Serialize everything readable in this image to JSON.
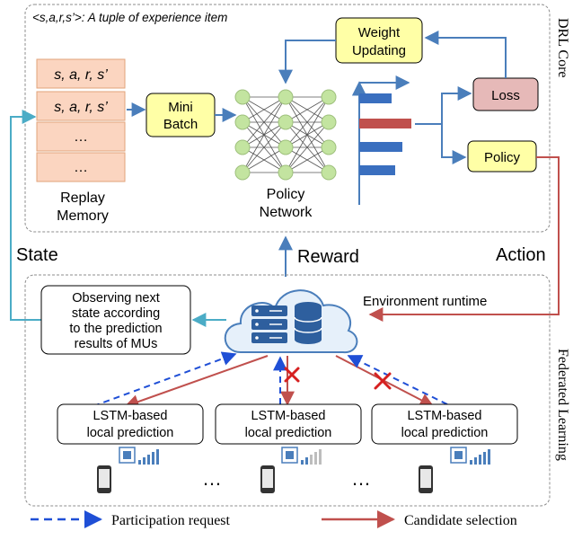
{
  "drl_core": {
    "section_label": "DRL Core",
    "tuple_caption": "<s,a,r,s’>: A tuple of experience item",
    "replay_memory": {
      "rows": [
        "s, a, r, s’",
        "s, a, r, s’",
        "…",
        "…"
      ],
      "label_line1": "Replay",
      "label_line2": "Memory"
    },
    "mini_batch_line1": "Mini",
    "mini_batch_line2": "Batch",
    "weight_updating_line1": "Weight",
    "weight_updating_line2": "Updating",
    "loss": "Loss",
    "policy": "Policy",
    "policy_network_line1": "Policy",
    "policy_network_line2": "Network"
  },
  "flows": {
    "state": "State",
    "reward": "Reward",
    "action": "Action",
    "environment_runtime": "Environment runtime"
  },
  "federated_learning": {
    "section_label": "Federated Learning",
    "observe_line1": "Observing next",
    "observe_line2": "state according",
    "observe_line3": "to the prediction",
    "observe_line4": "results of MUs",
    "clients": [
      {
        "line1": "LSTM-based",
        "line2": "local prediction"
      },
      {
        "line1": "LSTM-based",
        "line2": "local prediction"
      },
      {
        "line1": "LSTM-based",
        "line2": "local prediction"
      }
    ],
    "ellipsis_1": "…",
    "ellipsis_2": "…"
  },
  "legend": {
    "participation": "Participation  request",
    "candidate": "Candidate selection"
  },
  "colors": {
    "blue_arrow": "#4a7ebb",
    "red_arrow": "#c0504d",
    "teal_arrow": "#4bacc6",
    "yellow_box": "#ffffa6",
    "loss_box": "#e6b9b8",
    "replay_fill": "#fbd5c0",
    "node_fill": "#c3e4a0"
  }
}
